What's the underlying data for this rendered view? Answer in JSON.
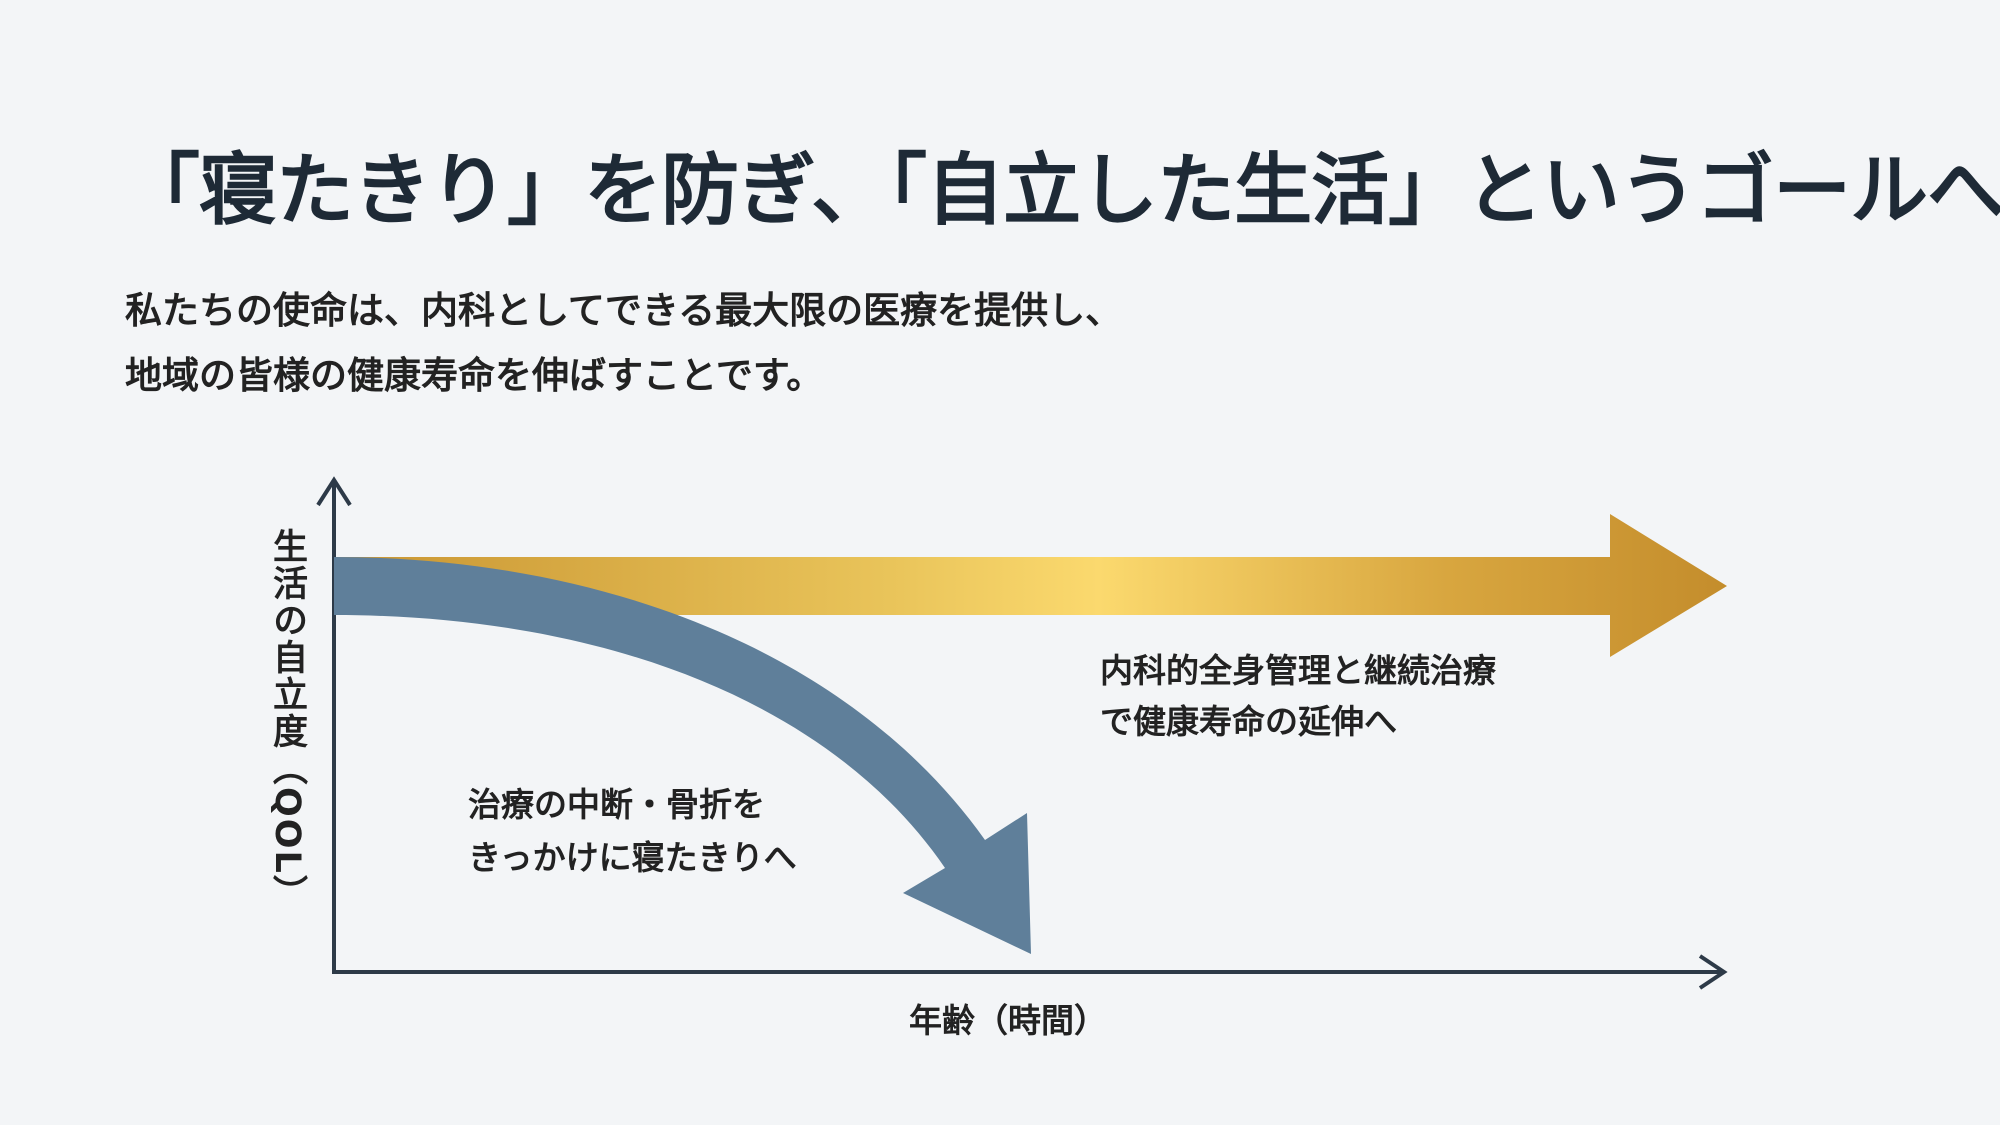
{
  "title": "「寝たきり」を防ぎ、「自立した生活」というゴールへ",
  "subtitle": {
    "line1": "私たちの使命は、内科としてできる最大限の医療を提供し、",
    "line2": "地域の皆様の健康寿命を伸ばすことです。"
  },
  "diagram": {
    "y_axis_label": "生活の自立度（QOL）",
    "x_axis_label": "年齢（時間）",
    "gold_path": {
      "line1": "内科的全身管理と継続治療",
      "line2": "で健康寿命の延伸へ",
      "color": "#d9a83e"
    },
    "decline_path": {
      "line1": "治療の中断・骨折を",
      "line2": "きっかけに寝たきりへ",
      "color": "#5f7f9a"
    }
  }
}
